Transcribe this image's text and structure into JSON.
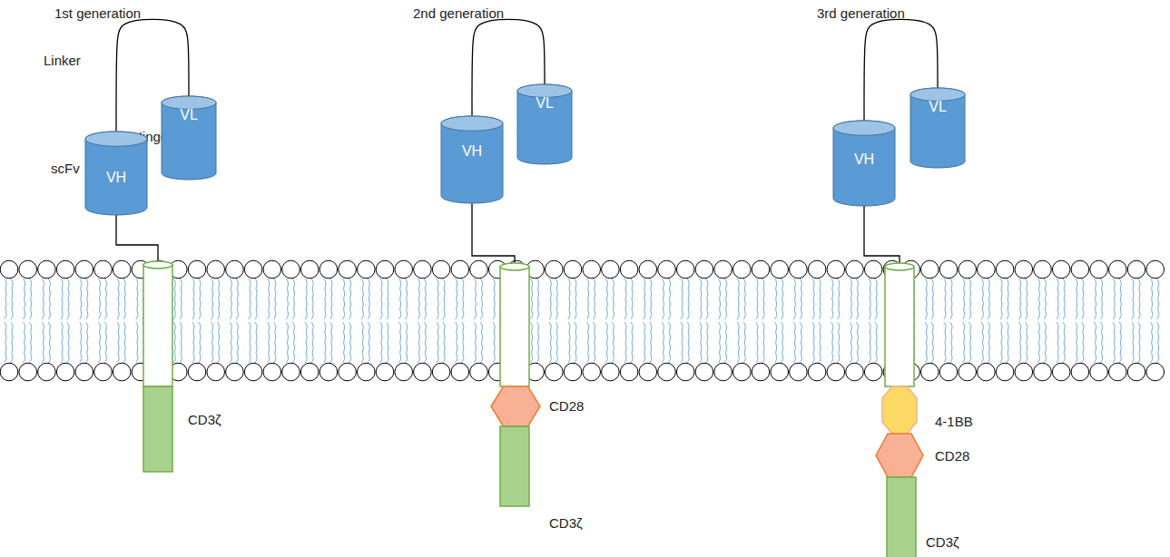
{
  "diagram": {
    "nodes": [
      {
        "text": [
          "VH"
        ]
      },
      {
        "text": [
          "VL"
        ]
      },
      {
        "text": [
          "CD3ζ"
        ]
      },
      {
        "text": [
          "VH"
        ]
      },
      {
        "text": [
          "VL"
        ]
      },
      {
        "text": [
          "CD28"
        ]
      },
      {
        "text": [
          "CD3ζ"
        ]
      },
      {
        "text": [
          "VH"
        ]
      },
      {
        "text": [
          "VL"
        ]
      },
      {
        "text": [
          "4-1BB"
        ]
      },
      {
        "text": [
          "CD28"
        ]
      },
      {
        "text": [
          "CD3ζ"
        ]
      }
    ],
    "edges": [
      {
        "from": 0,
        "to": 1,
        "arrow": "none"
      },
      {
        "from": 3,
        "to": 4,
        "arrow": "none"
      },
      {
        "from": 7,
        "to": 8,
        "arrow": "none"
      }
    ],
    "labels": [
      "1st generation",
      "2nd generation",
      "3rd generation",
      "Linker",
      "scFv",
      "Hinge"
    ]
  }
}
